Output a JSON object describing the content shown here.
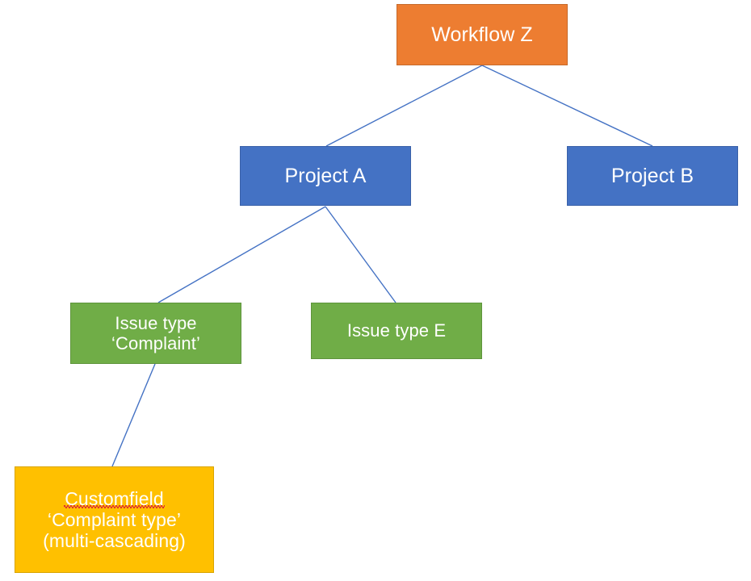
{
  "diagram": {
    "type": "hierarchy-tree",
    "background_color": "#FFFFFF",
    "connector_color": "#4472C4",
    "nodes": [
      {
        "id": "workflow-z",
        "lines": [
          "Workflow Z"
        ],
        "fill": "#ED7D31",
        "text_color": "#FFFFFF",
        "level": 0
      },
      {
        "id": "project-a",
        "lines": [
          "Project A"
        ],
        "fill": "#4472C4",
        "text_color": "#FFFFFF",
        "level": 1
      },
      {
        "id": "project-b",
        "lines": [
          "Project B"
        ],
        "fill": "#4472C4",
        "text_color": "#FFFFFF",
        "level": 1
      },
      {
        "id": "issue-type-complaint",
        "lines": [
          "Issue type",
          "‘Complaint’"
        ],
        "fill": "#70AD47",
        "text_color": "#FFFFFF",
        "level": 2
      },
      {
        "id": "issue-type-e",
        "lines": [
          "Issue type E"
        ],
        "fill": "#70AD47",
        "text_color": "#FFFFFF",
        "level": 2
      },
      {
        "id": "customfield",
        "lines": [
          "Customfield",
          "‘Complaint type’",
          "(multi-cascading)"
        ],
        "fill": "#FFC000",
        "text_color": "#FFFFFF",
        "level": 3,
        "spellcheck_underline_line": 0
      }
    ],
    "edges": [
      {
        "from": "workflow-z",
        "to": "project-a"
      },
      {
        "from": "workflow-z",
        "to": "project-b"
      },
      {
        "from": "project-a",
        "to": "issue-type-complaint"
      },
      {
        "from": "project-a",
        "to": "issue-type-e"
      },
      {
        "from": "issue-type-complaint",
        "to": "customfield"
      }
    ]
  },
  "nodes": {
    "workflow_z": {
      "line1": "Workflow Z"
    },
    "project_a": {
      "line1": "Project A"
    },
    "project_b": {
      "line1": "Project B"
    },
    "issue_type_complaint": {
      "line1": "Issue type",
      "line2": "‘Complaint’"
    },
    "issue_type_e": {
      "line1": "Issue type E"
    },
    "customfield": {
      "line1": "Customfield",
      "line2": "‘Complaint type’",
      "line3": "(multi-cascading)"
    }
  }
}
